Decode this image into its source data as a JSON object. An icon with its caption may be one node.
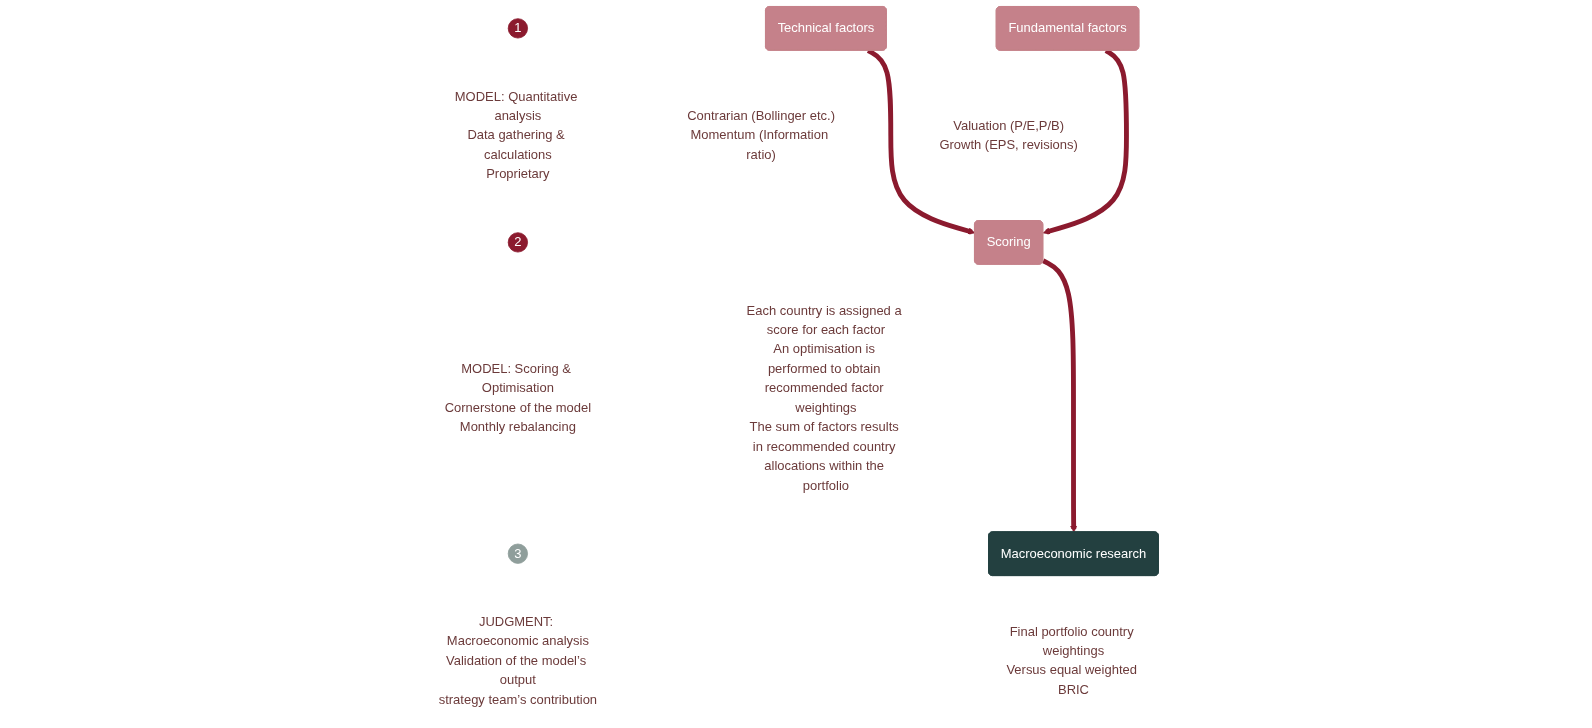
{
  "diagram": {
    "nodes": [
      {
        "text": [
          "1"
        ],
        "beside": [
          "MODEL: Quantitative analysis",
          "Data gathering & calculations",
          "Proprietary"
        ]
      },
      {
        "text": [
          "2"
        ],
        "beside": [
          "MODEL: Scoring & Optimisation",
          "Cornerstone of the model",
          "Monthly rebalancing"
        ]
      },
      {
        "text": [
          "3"
        ],
        "beside": [
          "JUDGMENT: Macroeconomic analysis",
          "Validation of the model’s output",
          "strategy team’s contribution"
        ]
      },
      {
        "text": [
          "Technical factors"
        ],
        "beside": [
          "Contrarian (Bollinger etc.)",
          "Momentum (Information ratio)"
        ]
      },
      {
        "text": [
          "Fundamental factors"
        ],
        "beside": [
          "Valuation (P/E,P/B)",
          "Growth (EPS, revisions)"
        ]
      },
      {
        "text": [
          "Scoring"
        ],
        "beside": [
          "Each country is assigned a score for each factor",
          "An optimisation is performed to obtain recommended factor weightings",
          "The sum of factors results in recommended country allocations within the portfolio"
        ]
      },
      {
        "text": [
          "Macroeconomic research"
        ],
        "beside": [
          "Final portfolio country weightings",
          "Versus equal weighted BRIC"
        ]
      }
    ],
    "edges": [
      {
        "from": 3,
        "to": 5,
        "arrow": "to"
      },
      {
        "from": 4,
        "to": 5,
        "arrow": "to"
      },
      {
        "from": 5,
        "to": 6,
        "arrow": "to"
      }
    ]
  }
}
